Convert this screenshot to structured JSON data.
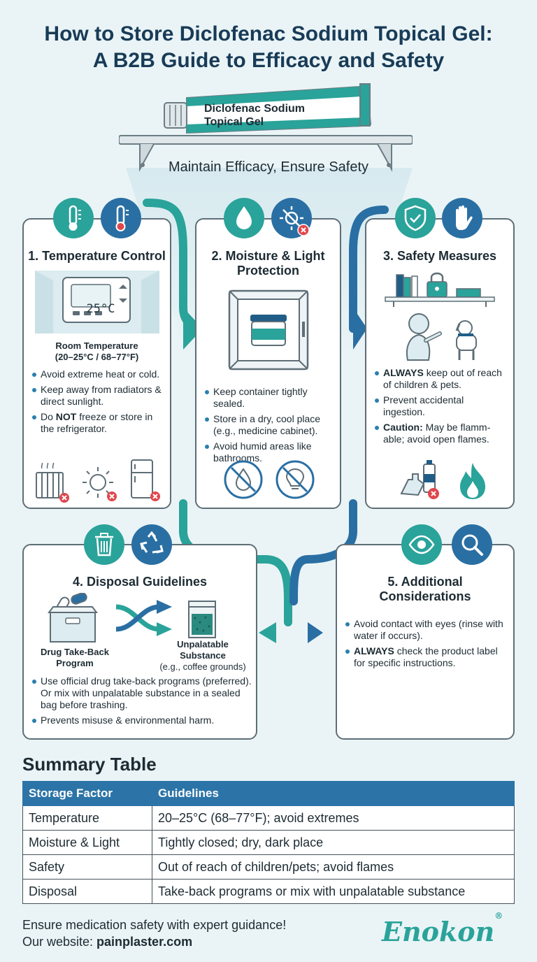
{
  "header": {
    "title_line1": "How to Store Diclofenac Sodium Topical Gel:",
    "title_line2": "A B2B Guide to Efficacy and Safety",
    "tube_label_line1": "Diclofenac Sodium",
    "tube_label_line2": "Topical Gel",
    "tagline": "Maintain Efficacy, Ensure Safety"
  },
  "colors": {
    "teal": "#2aa39a",
    "blue": "#2a6fa3",
    "navy": "#183b57",
    "table_header": "#2c74a7"
  },
  "sections": {
    "temperature": {
      "title": "1. Temperature Control",
      "display": "25°C",
      "subtitle_line1": "Room Temperature",
      "subtitle_line2": "(20–25°C / 68–77°F)",
      "bullet1": "Avoid extreme heat or cold.",
      "bullet2": "Keep away from radiators & direct sunlight.",
      "bullet3_bold": "NOT",
      "bullet3_pre": "Do ",
      "bullet3_post": " freeze or store in the refrigerator.",
      "icons": [
        "thermometer-icon",
        "thermometer-icon",
        "radiator-icon",
        "sun-icon",
        "fridge-icon"
      ]
    },
    "moisture": {
      "title_line1": "2. Moisture & Light",
      "title_line2": "Protection",
      "bullet1": "Keep container tightly sealed.",
      "bullet2": "Store in a dry, cool place (e.g., medicine cabinet).",
      "bullet3": "Avoid humid areas like bathrooms.",
      "icons": [
        "water-drop-icon",
        "no-sun-icon",
        "cabinet-icon",
        "no-drop-icon",
        "no-bulb-icon"
      ]
    },
    "safety": {
      "title": "3. Safety Measures",
      "bullet1_bold": "ALWAYS",
      "bullet1_post": " keep out of reach of children & pets.",
      "bullet2": "Prevent accidental ingestion.",
      "bullet3_bold": "Caution:",
      "bullet3_post": " May be flamm-able; avoid open flames.",
      "icons": [
        "shield-check-icon",
        "hand-stop-icon",
        "shelf-lock-icon",
        "child-pet-icon",
        "no-touch-icon",
        "flame-icon"
      ]
    },
    "disposal": {
      "title": "4. Disposal Guidelines",
      "label_left_line1": "Drug Take-Back",
      "label_left_line2": "Program",
      "label_right_line1": "Unpalatable",
      "label_right_line2": "Substance",
      "label_right_line3": "(e.g., coffee grounds)",
      "bullet1": "Use official drug take-back programs (preferred). Or mix with unpalatable substance in a sealed bag before trashing.",
      "bullet2": "Prevents misuse & environmental harm.",
      "icons": [
        "trash-icon",
        "recycle-icon",
        "takeback-box-icon",
        "split-arrows-icon",
        "sealed-bag-icon"
      ]
    },
    "additional": {
      "title_line1": "5. Additional",
      "title_line2": "Considerations",
      "bullet1": "Avoid contact with eyes (rinse with water if occurs).",
      "bullet2_bold": "ALWAYS",
      "bullet2_post": " check the product label for specific instructions.",
      "icons": [
        "eye-icon",
        "magnifier-icon"
      ]
    }
  },
  "summary": {
    "title": "Summary Table",
    "headers": [
      "Storage Factor",
      "Guidelines"
    ],
    "rows": [
      [
        "Temperature",
        "20–25°C (68–77°F); avoid extremes"
      ],
      [
        "Moisture & Light",
        "Tightly closed; dry, dark place"
      ],
      [
        "Safety",
        "Out of reach of children/pets; avoid flames"
      ],
      [
        "Disposal",
        "Take-back programs or mix with unpalatable substance"
      ]
    ]
  },
  "footer": {
    "line1": "Ensure medication safety with expert guidance!",
    "line2_pre": "Our website: ",
    "line2_link": "painplaster.com",
    "brand": "Enokon",
    "brand_mark": "®"
  }
}
